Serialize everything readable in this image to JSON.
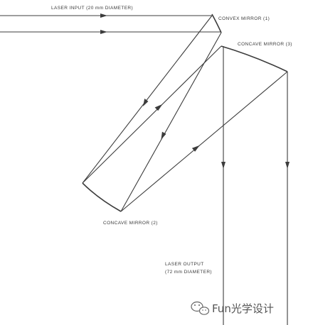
{
  "diagram": {
    "labels": {
      "laser_input": "LASER INPUT (20 mm DIAMETER)",
      "convex_mirror": "CONVEX MIRROR (1)",
      "concave_mirror_3": "CONCAVE MIRROR (3)",
      "concave_mirror_2": "CONCAVE MIRROR (2)",
      "laser_output_line1": "LASER OUTPUT",
      "laser_output_line2": "(72 mm DIAMETER)"
    },
    "watermark": "Fun光学设计",
    "colors": {
      "ray": "#3c3c3c",
      "text": "#3a3a3a"
    }
  }
}
